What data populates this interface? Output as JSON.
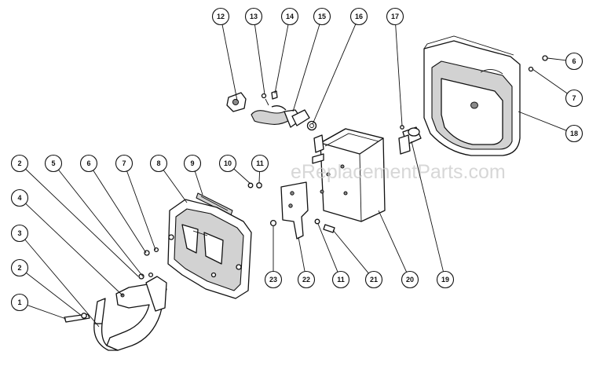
{
  "diagram": {
    "watermark": "eReplacementParts.com",
    "callouts": [
      {
        "id": "c12",
        "label": "12"
      },
      {
        "id": "c13",
        "label": "13"
      },
      {
        "id": "c14",
        "label": "14"
      },
      {
        "id": "c15",
        "label": "15"
      },
      {
        "id": "c16",
        "label": "16"
      },
      {
        "id": "c17",
        "label": "17"
      },
      {
        "id": "c6a",
        "label": "6"
      },
      {
        "id": "c7a",
        "label": "7"
      },
      {
        "id": "c18",
        "label": "18"
      },
      {
        "id": "c2a",
        "label": "2"
      },
      {
        "id": "c5",
        "label": "5"
      },
      {
        "id": "c6b",
        "label": "6"
      },
      {
        "id": "c7b",
        "label": "7"
      },
      {
        "id": "c8",
        "label": "8"
      },
      {
        "id": "c9",
        "label": "9"
      },
      {
        "id": "c10",
        "label": "10"
      },
      {
        "id": "c11a",
        "label": "11"
      },
      {
        "id": "c4",
        "label": "4"
      },
      {
        "id": "c3",
        "label": "3"
      },
      {
        "id": "c2b",
        "label": "2"
      },
      {
        "id": "c1",
        "label": "1"
      },
      {
        "id": "c23",
        "label": "23"
      },
      {
        "id": "c22",
        "label": "22"
      },
      {
        "id": "c11b",
        "label": "11"
      },
      {
        "id": "c21",
        "label": "21"
      },
      {
        "id": "c20",
        "label": "20"
      },
      {
        "id": "c19",
        "label": "19"
      }
    ]
  }
}
